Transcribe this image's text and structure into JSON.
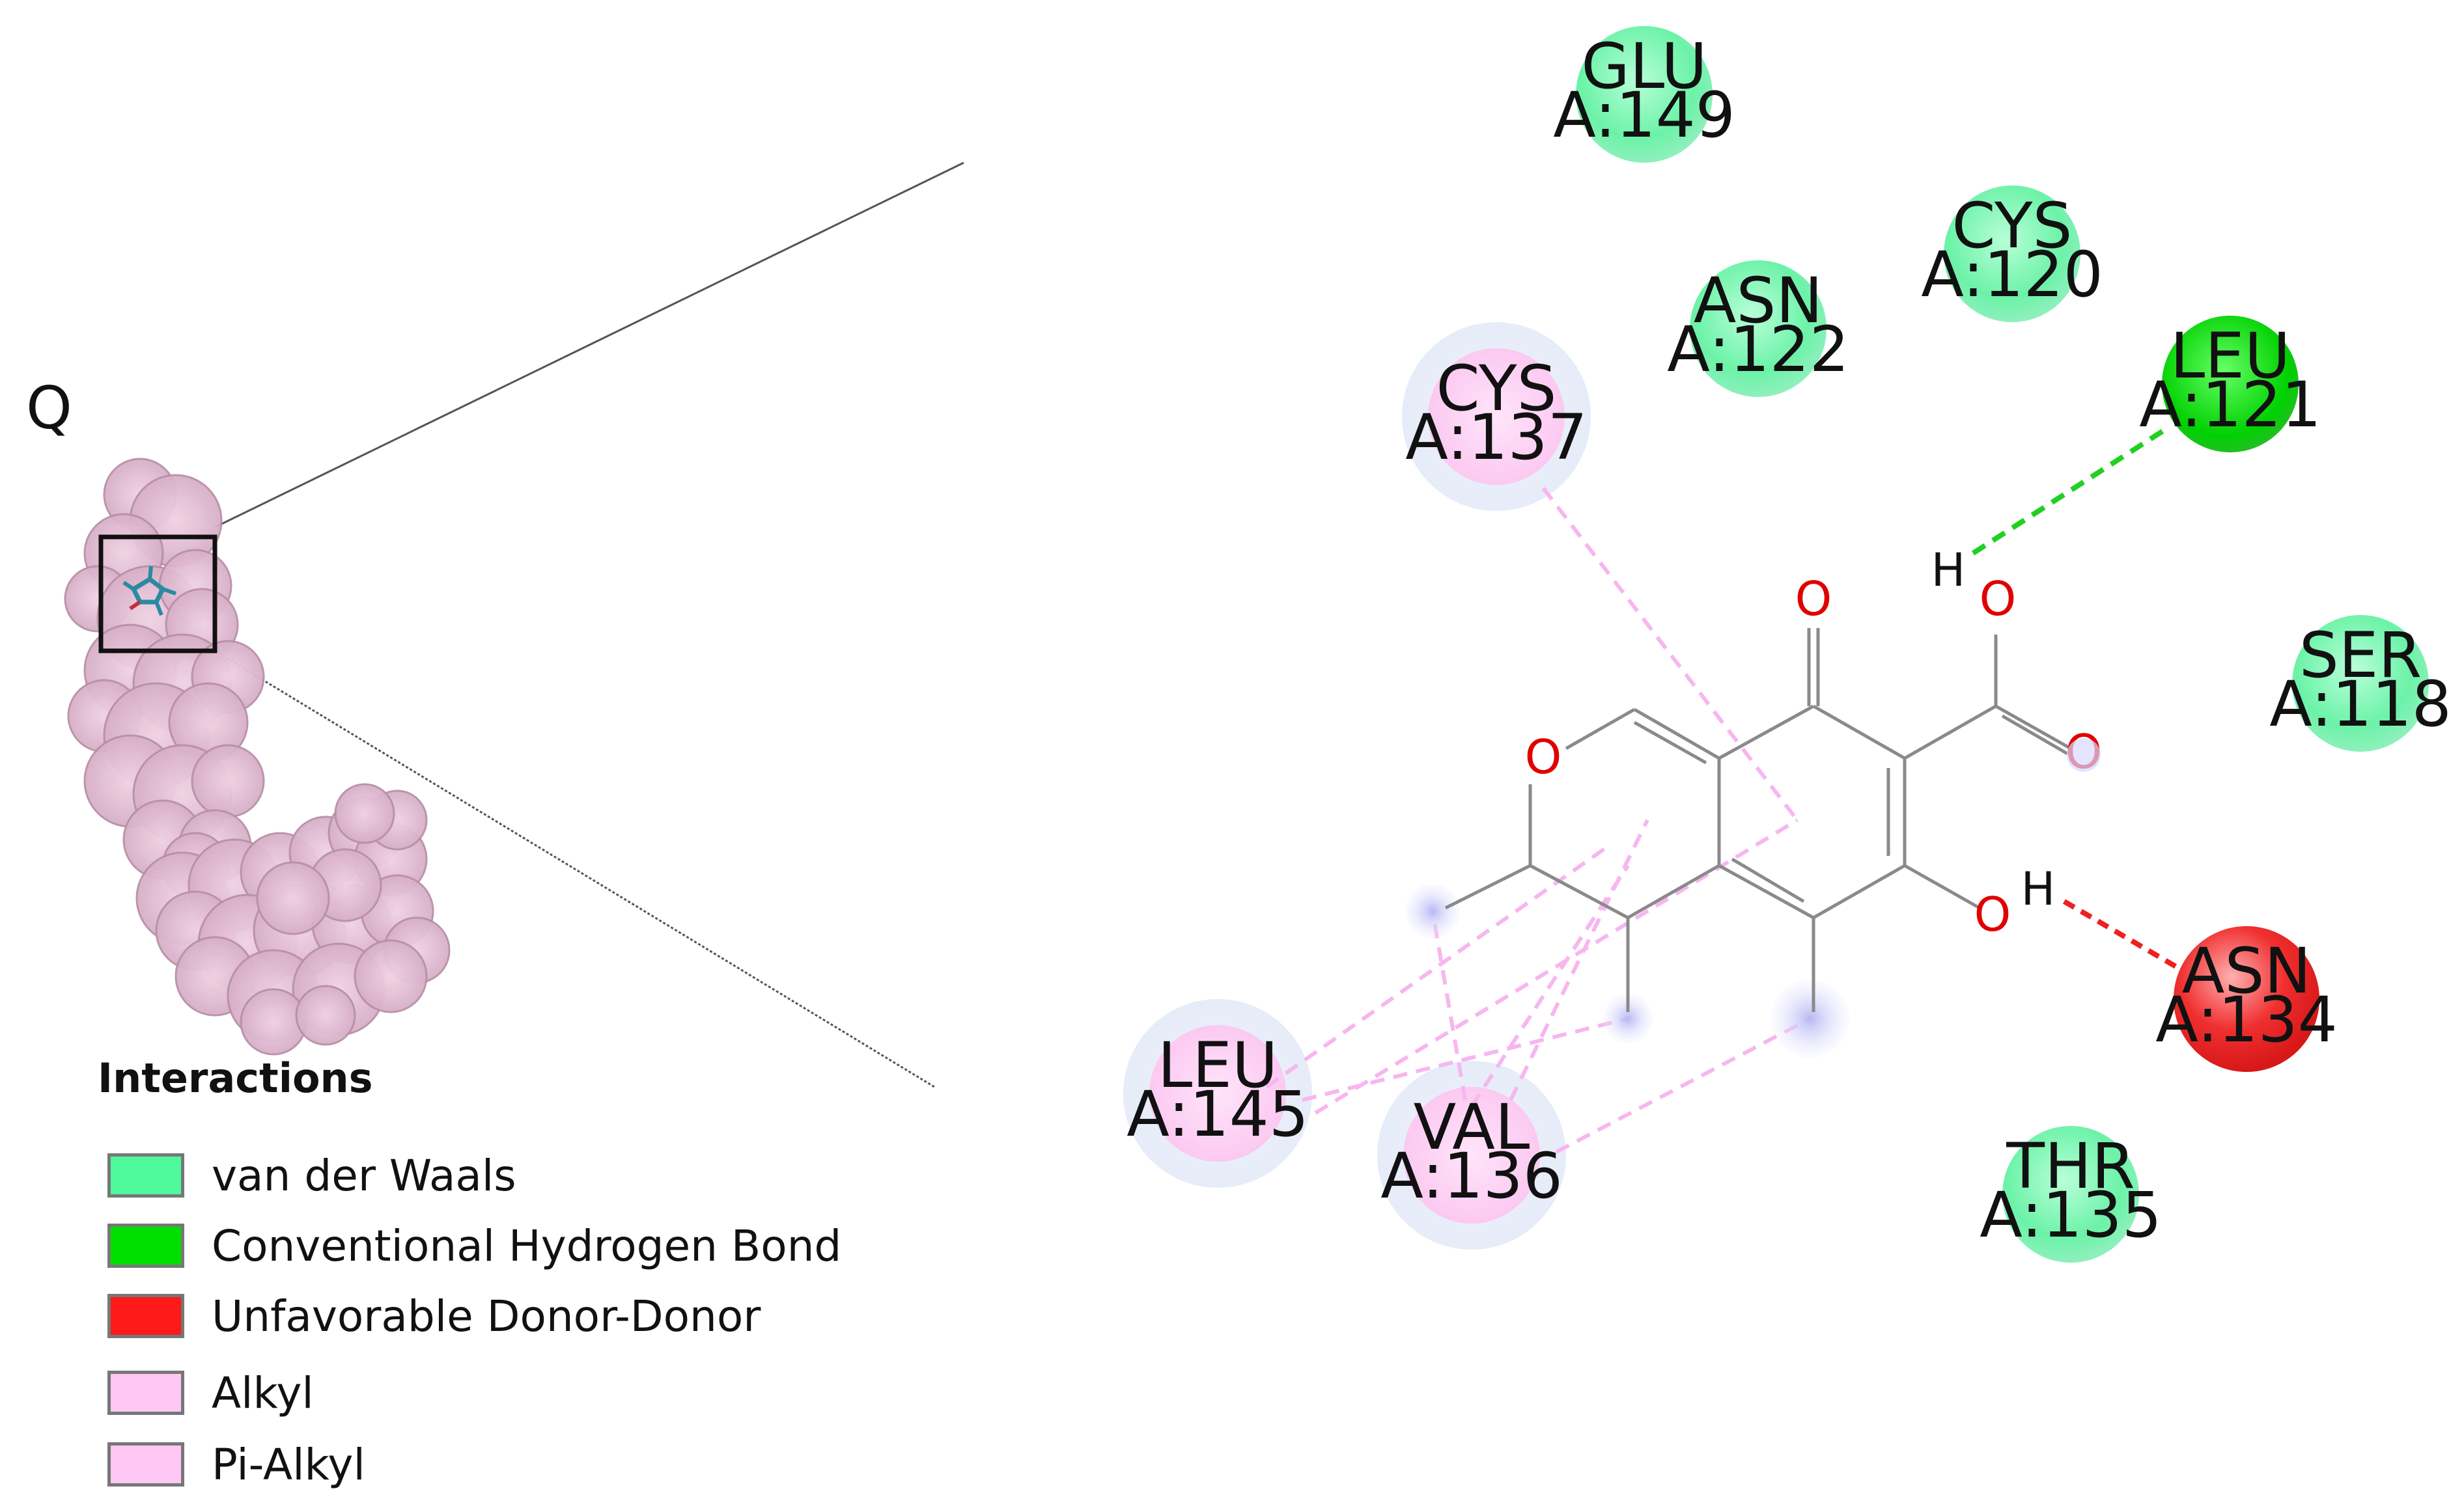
{
  "panel": {
    "label": "Q"
  },
  "colors": {
    "van_der_waals": "#4ffa9d",
    "hydrogen_bond": "#00e000",
    "donor_donor": "#ff1a1a",
    "alkyl": "#ffc8f4",
    "pi_alkyl": "#ffc8f4",
    "protein_surface": "#e6bfd6",
    "ligand": "#2a8aa0",
    "atom_red": "#e00000",
    "bond_gray": "#8a8a8a"
  },
  "legend": {
    "title": "Interactions",
    "items": [
      {
        "label": "van der Waals",
        "color": "#4ffa9d"
      },
      {
        "label": "Conventional Hydrogen Bond",
        "color": "#00e000"
      },
      {
        "label": "Unfavorable Donor-Donor",
        "color": "#ff1a1a"
      },
      {
        "label": "Alkyl",
        "color": "#ffc8f4"
      },
      {
        "label": "Pi-Alkyl",
        "color": "#ffc8f4"
      }
    ]
  },
  "residues": [
    {
      "id": "glu149",
      "name": "GLU",
      "chain_pos": "A:149",
      "type": "van_der_waals"
    },
    {
      "id": "cys120",
      "name": "CYS",
      "chain_pos": "A:120",
      "type": "van_der_waals"
    },
    {
      "id": "asn122",
      "name": "ASN",
      "chain_pos": "A:122",
      "type": "van_der_waals"
    },
    {
      "id": "leu121",
      "name": "LEU",
      "chain_pos": "A:121",
      "type": "hydrogen_bond"
    },
    {
      "id": "cys137",
      "name": "CYS",
      "chain_pos": "A:137",
      "type": "alkyl"
    },
    {
      "id": "ser118",
      "name": "SER",
      "chain_pos": "A:118",
      "type": "van_der_waals"
    },
    {
      "id": "asn134",
      "name": "ASN",
      "chain_pos": "A:134",
      "type": "donor_donor"
    },
    {
      "id": "leu145",
      "name": "LEU",
      "chain_pos": "A:145",
      "type": "alkyl"
    },
    {
      "id": "val136",
      "name": "VAL",
      "chain_pos": "A:136",
      "type": "alkyl"
    },
    {
      "id": "thr135",
      "name": "THR",
      "chain_pos": "A:135",
      "type": "van_der_waals"
    }
  ],
  "atoms": {
    "oxygen": "O",
    "hydrogen": "H"
  }
}
